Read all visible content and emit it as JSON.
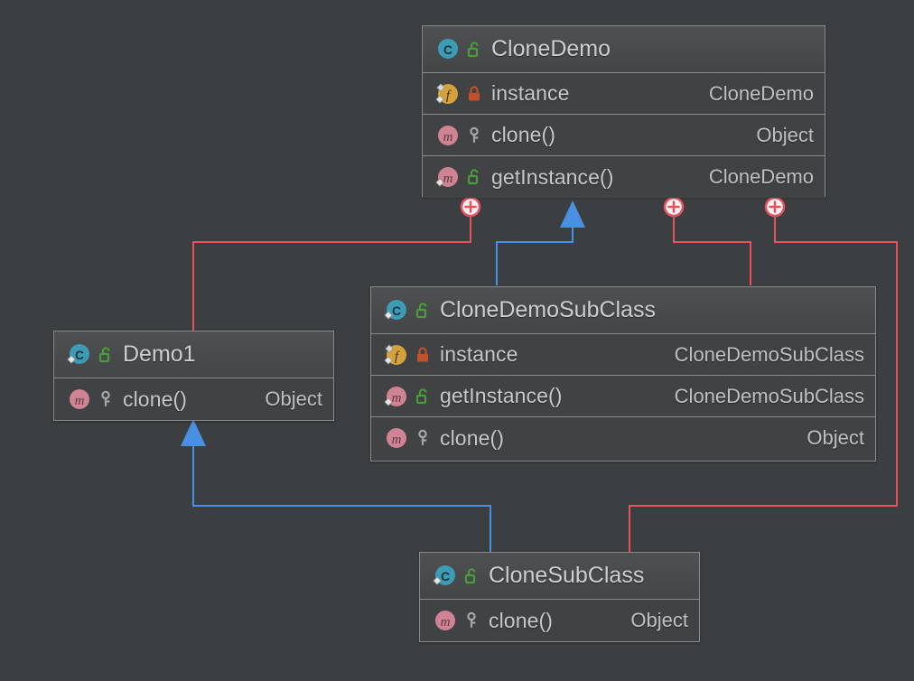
{
  "diagram": {
    "type": "uml-class-diagram",
    "background_color": "#3c3f41",
    "box_border_color": "#8a8a8a",
    "inheritance_edge_color": "#4a90e2",
    "dependency_edge_color": "#e8525f",
    "class_icon_color": "#3d9cb5",
    "field_icon_color": "#d4a13a",
    "method_icon_color": "#cf8395",
    "public_icon_color": "#4b9c3a",
    "private_icon_color": "#c2502a",
    "protected_icon_color": "#a6a6a6"
  },
  "classes": [
    {
      "id": "clone-demo",
      "name": "CloneDemo",
      "icon": "class-icon",
      "visibility_icon": "unlock-icon",
      "members": [
        {
          "icon": "field-icon",
          "visibility_icon": "lock-icon",
          "name": "instance",
          "type": "CloneDemo"
        },
        {
          "icon": "method-icon",
          "visibility_icon": "key-icon",
          "name": "clone()",
          "type": "Object"
        },
        {
          "icon": "method-override-icon",
          "visibility_icon": "unlock-icon",
          "name": "getInstance()",
          "type": "CloneDemo"
        }
      ]
    },
    {
      "id": "clone-demo-sub-class",
      "name": "CloneDemoSubClass",
      "icon": "class-override-icon",
      "visibility_icon": "unlock-icon",
      "members": [
        {
          "icon": "field-icon",
          "visibility_icon": "lock-icon",
          "name": "instance",
          "type": "CloneDemoSubClass"
        },
        {
          "icon": "method-override-icon",
          "visibility_icon": "unlock-icon",
          "name": "getInstance()",
          "type": "CloneDemoSubClass"
        },
        {
          "icon": "method-icon",
          "visibility_icon": "key-icon",
          "name": "clone()",
          "type": "Object"
        }
      ]
    },
    {
      "id": "demo1",
      "name": "Demo1",
      "icon": "class-override-icon",
      "visibility_icon": "unlock-icon",
      "members": [
        {
          "icon": "method-icon",
          "visibility_icon": "key-icon",
          "name": "clone()",
          "type": "Object"
        }
      ]
    },
    {
      "id": "clone-sub-class",
      "name": "CloneSubClass",
      "icon": "class-override-icon",
      "visibility_icon": "unlock-icon",
      "members": [
        {
          "icon": "method-icon",
          "visibility_icon": "key-icon",
          "name": "clone()",
          "type": "Object"
        }
      ]
    }
  ],
  "edges": [
    {
      "kind": "dependency",
      "from": "demo1",
      "to": "clone-demo",
      "marker": "plus-circle-icon"
    },
    {
      "kind": "inheritance",
      "from": "clone-demo-sub-class",
      "to": "clone-demo",
      "marker": "triangle-arrow-icon"
    },
    {
      "kind": "dependency",
      "from": "clone-demo-sub-class",
      "to": "clone-demo",
      "marker": "plus-circle-icon"
    },
    {
      "kind": "dependency",
      "from": "clone-sub-class",
      "to": "clone-demo",
      "marker": "plus-circle-icon"
    },
    {
      "kind": "inheritance",
      "from": "clone-sub-class",
      "to": "demo1",
      "marker": "triangle-arrow-icon"
    }
  ]
}
